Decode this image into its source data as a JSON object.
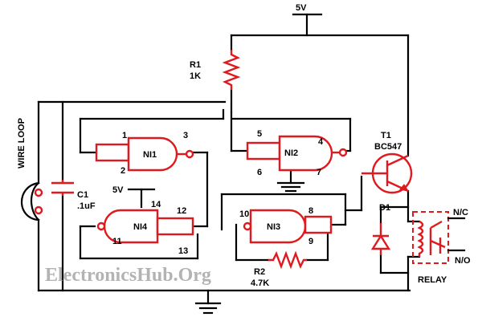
{
  "supply": {
    "top": "5V",
    "gate": "5V"
  },
  "r1": {
    "name": "R1",
    "value": "1K"
  },
  "r2": {
    "name": "R2",
    "value": "4.7K"
  },
  "c1": {
    "name": "C1",
    "value": ".1uF"
  },
  "wire_loop": "WIRE LOOP",
  "transistor": {
    "name": "T1",
    "part": "BC547"
  },
  "diode": "D1",
  "relay": {
    "label": "RELAY",
    "nc": "N/C",
    "no": "N/O"
  },
  "gates": {
    "ni1": {
      "name": "NI1",
      "pin_a": "1",
      "pin_b": "2",
      "pin_out": "3"
    },
    "ni2": {
      "name": "NI2",
      "pin_a": "5",
      "pin_b": "6",
      "pin_out": "4",
      "pin_gnd": "7"
    },
    "ni3": {
      "name": "NI3",
      "pin_a": "10",
      "pin_b": "8",
      "pin_out": "9"
    },
    "ni4": {
      "name": "NI4",
      "pin_vcc": "14",
      "pin_a": "12",
      "pin_b": "13",
      "pin_out": "11"
    }
  },
  "watermark": "ElectronicsHub.Org"
}
